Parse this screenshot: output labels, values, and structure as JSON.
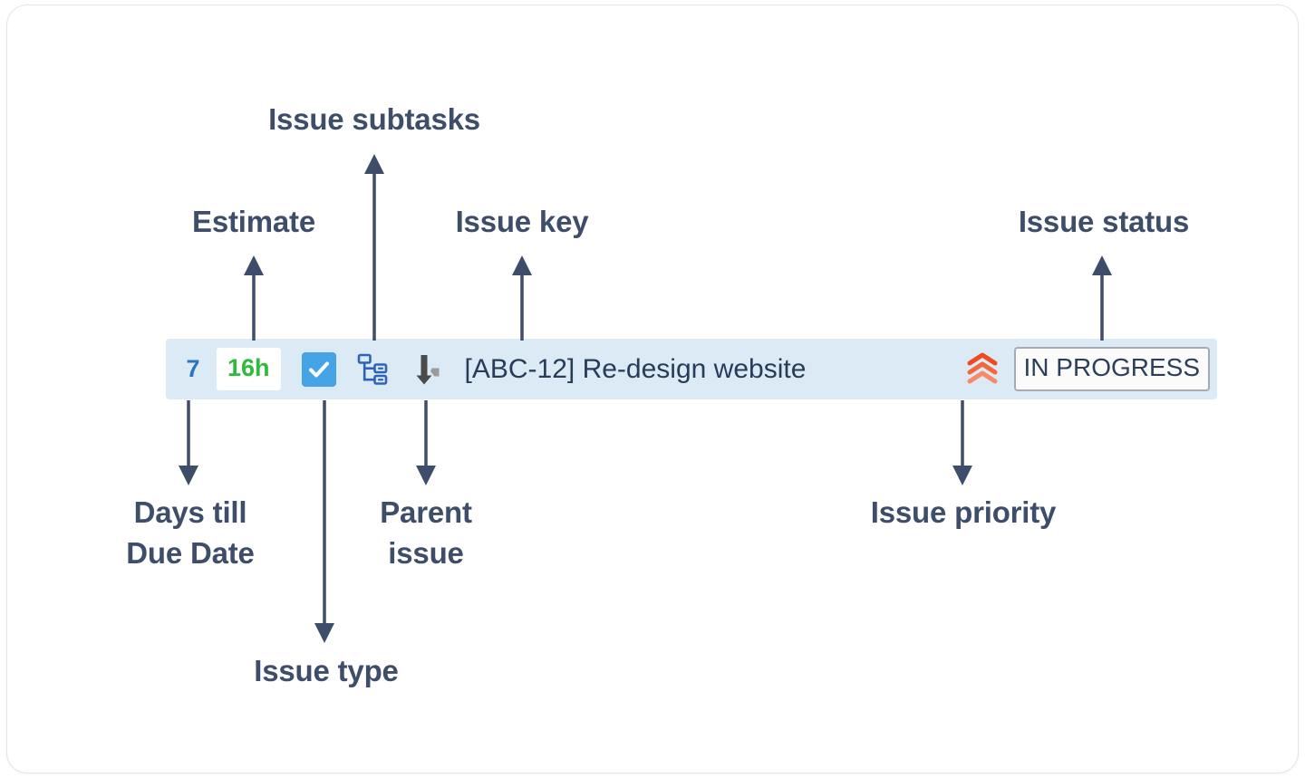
{
  "card": {
    "background": "#ffffff",
    "border_color": "#e3e5ed"
  },
  "issue_row": {
    "background": "#dceaf6",
    "days_till_due": "7",
    "days_till_due_color": "#2a74c4",
    "estimate": "16h",
    "estimate_color": "#2bbd3a",
    "estimate_background": "#ffffff",
    "issue_type_icon": "task-checkbox-icon",
    "issue_type_color": "#45a3e8",
    "subtasks_icon": "subtask-tree-icon",
    "subtasks_color": "#2f63b8",
    "parent_icon": "parent-issue-icon",
    "parent_color": "#4a4a4a",
    "title": "[ABC-12] Re-design website",
    "title_color": "#273c58",
    "priority_icon": "priority-highest-chevrons-icon",
    "priority_color": "#f4572b",
    "status": "IN PROGRESS",
    "status_text_color": "#2b3f5c",
    "status_border_color": "#a9abb3",
    "status_background": "#fbfbfb"
  },
  "annotations": {
    "color": "#3e4d69",
    "items": [
      {
        "key": "issue-subtasks",
        "label": "Issue subtasks"
      },
      {
        "key": "estimate",
        "label": "Estimate"
      },
      {
        "key": "issue-key",
        "label": "Issue key"
      },
      {
        "key": "issue-status",
        "label": "Issue status"
      },
      {
        "key": "days-till-due",
        "label": "Days till\nDue Date"
      },
      {
        "key": "parent-issue",
        "label": "Parent\nissue"
      },
      {
        "key": "issue-priority",
        "label": "Issue priority"
      },
      {
        "key": "issue-type",
        "label": "Issue type"
      }
    ]
  }
}
